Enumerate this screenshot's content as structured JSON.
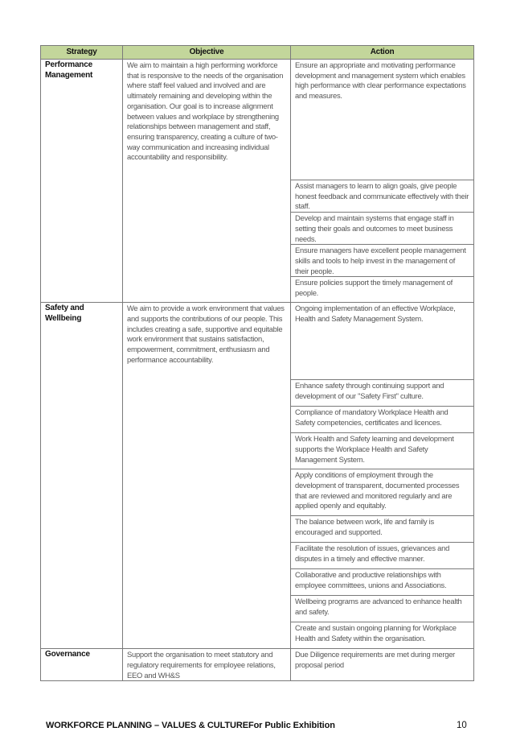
{
  "table": {
    "headers": [
      "Strategy",
      "Objective",
      "Action"
    ],
    "sections": [
      {
        "strategy": "Performance Management",
        "objective": "We aim to maintain a high performing workforce that is responsive to the needs of the organisation where staff feel valued and involved and are ultimately remaining and developing within the organisation. Our goal is to increase alignment between values and workplace by strengthening relationships between management and staff, ensuring transparency, creating a culture of two-way communication and increasing individual accountability and responsibility.",
        "actions": [
          "Ensure an appropriate and motivating performance development and management system which enables high performance with clear performance expectations and measures.",
          "Assist managers to learn to align goals, give people honest feedback and communicate effectively with their staff.",
          "Develop and maintain systems that engage staff in setting their goals and outcomes to meet business needs.",
          "Ensure managers have excellent people management skills and tools to help invest in the management of their people.",
          "Ensure policies support the timely management of people."
        ]
      },
      {
        "strategy": "Safety and Wellbeing",
        "objective": "We aim to provide a work environment that values and supports the contributions of our people. This includes creating a safe, supportive and equitable work environment that sustains satisfaction, empowerment, commitment, enthusiasm and performance accountability.",
        "actions": [
          "Ongoing implementation of an effective Workplace, Health and Safety Management System.",
          "Enhance safety through continuing support and development of our \"Safety First\" culture.",
          "Compliance of mandatory Workplace Health and Safety competencies, certificates and licences.",
          "Work Health and Safety learning and development supports the Workplace Health and Safety Management System.",
          "Apply conditions of employment through the development of transparent, documented processes that are reviewed and monitored regularly and are applied openly and equitably.",
          "The balance between work, life and family is encouraged and supported.",
          "Facilitate the resolution of issues, grievances and disputes in a timely and effective manner.",
          "Collaborative and productive relationships with employee committees, unions and Associations.",
          "Wellbeing programs are advanced to enhance health and safety.",
          "Create and sustain ongoing planning for Workplace Health and Safety within the organisation."
        ]
      },
      {
        "strategy": "Governance",
        "objective": "Support the organisation to meet statutory and regulatory requirements for employee relations, EEO and WH&S",
        "actions": [
          "Due Diligence requirements are met during merger proposal period"
        ]
      }
    ]
  },
  "footer": {
    "title": "WORKFORCE PLANNING – VALUES & CULTUREFor Public Exhibition",
    "page_number": "10"
  }
}
